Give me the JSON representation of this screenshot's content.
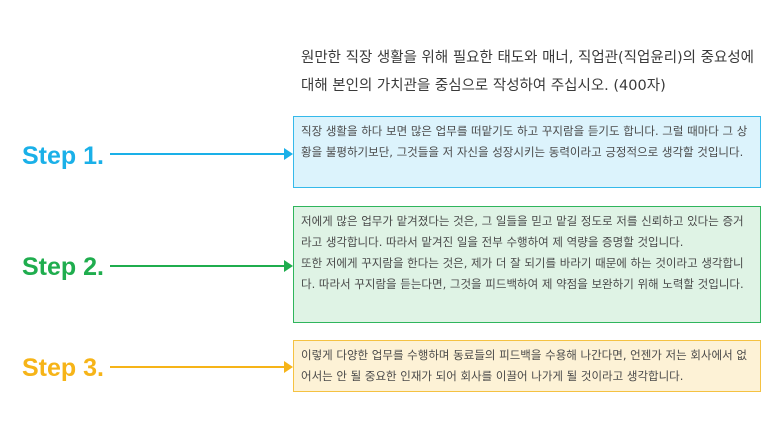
{
  "question": "원만한 직장 생활을 위해 필요한 태도와 매너, 직업관(직업윤리)의 중요성에 대해 본인의 가치관을 중심으로 작성하여 주십시오. (400자)",
  "steps": [
    {
      "label": "Step 1.",
      "color": "#1ab0e8",
      "box_bg": "#dcf3fc",
      "box_border": "#35b9ea",
      "paragraphs": [
        "직장 생활을 하다 보면 많은 업무를 떠맡기도 하고 꾸지람을 듣기도 합니다. 그럴 때마다 그 상황을 불평하기보단, 그것들을 저 자신을 성장시키는 동력이라고 긍정적으로 생각할 것입니다."
      ]
    },
    {
      "label": "Step 2.",
      "color": "#1fad4e",
      "box_bg": "#dff3e5",
      "box_border": "#2fb55c",
      "paragraphs": [
        "저에게 많은 업무가 맡겨졌다는 것은, 그 일들을 믿고 맡길 정도로 저를 신뢰하고 있다는 증거라고 생각합니다. 따라서 맡겨진 일을 전부 수행하여 제 역량을 증명할 것입니다.",
        "또한 저에게 꾸지람을 한다는 것은, 제가 더 잘 되기를 바라기 때문에 하는 것이라고 생각합니다. 따라서 꾸지람을 듣는다면, 그것을 피드백하여 제 약점을 보완하기 위해 노력할 것입니다."
      ]
    },
    {
      "label": "Step 3.",
      "color": "#f6b418",
      "box_bg": "#fdf2d6",
      "box_border": "#f5c242",
      "paragraphs": [
        "이렇게 다양한 업무를 수행하며 동료들의 피드백을 수용해 나간다면, 언젠가 저는 회사에서 없어서는 안 될 중요한 인재가 되어 회사를 이끌어 나가게 될 것이라고 생각합니다."
      ]
    }
  ]
}
